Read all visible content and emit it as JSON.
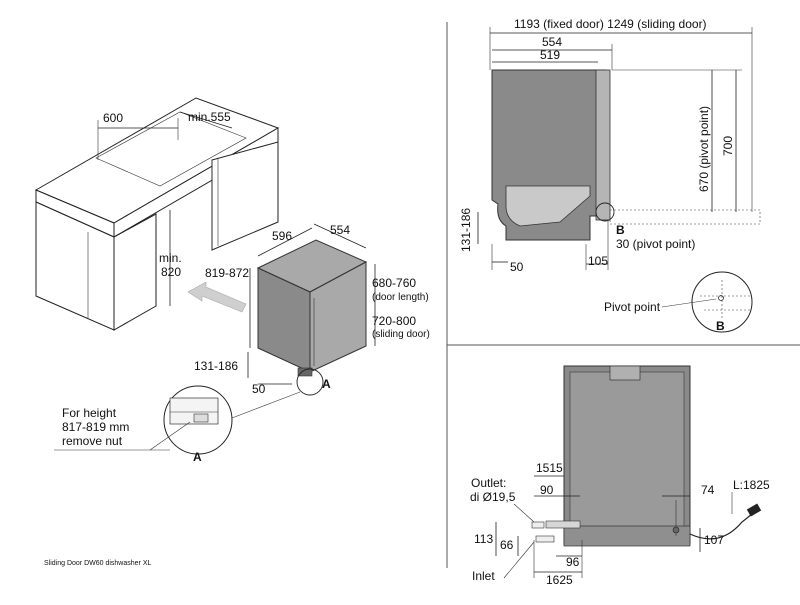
{
  "caption": "Sliding Door DW60 dishwasher XL",
  "left": {
    "cabinet_width": "600",
    "cabinet_depth": "min.555",
    "niche_height_a": "min.",
    "niche_height_b": "820",
    "machine_width": "596",
    "machine_depth": "554",
    "machine_height": "819-872",
    "door_length_a": "680-760",
    "door_length_b": "(door length)",
    "sliding_door_a": "720-800",
    "sliding_door_b": "(sliding door)",
    "plinth": "131-186",
    "plinth_depth": "50",
    "detail_marker": "A",
    "note_line1": "For height",
    "note_line2": "817-819 mm",
    "note_line3": "remove nut",
    "detail_label": "A"
  },
  "top_right": {
    "total_depth": "1193 (fixed door) 1249 (sliding door)",
    "depth_554": "554",
    "depth_519": "519",
    "height_700": "700",
    "pivot_height": "670 (pivot point)",
    "plinth": "131-186",
    "dim_50": "50",
    "dim_105": "105",
    "pivot_30": "30 (pivot point)",
    "marker_b": "B",
    "pivot_label": "Pivot point",
    "detail_b": "B"
  },
  "bottom_right": {
    "outlet_a": "Outlet:",
    "outlet_b": "di Ø19,5",
    "dim_1515": "1515",
    "dim_90": "90",
    "dim_74": "74",
    "cable": "L:1825",
    "dim_113": "113",
    "dim_66": "66",
    "dim_96": "96",
    "dim_107": "107",
    "inlet": "Inlet",
    "dim_1625": "1625"
  }
}
